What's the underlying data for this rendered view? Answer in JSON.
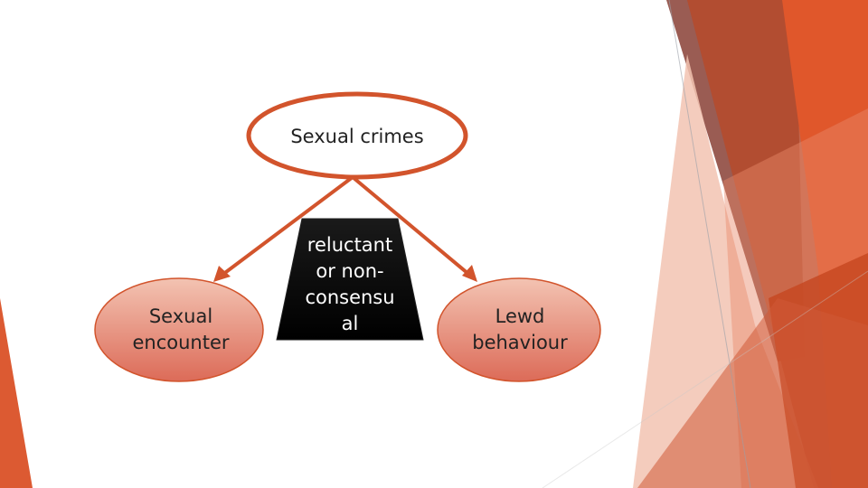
{
  "diagram": {
    "root": {
      "label": "Sexual crimes"
    },
    "left": {
      "label": "Sexual\nencounter"
    },
    "right": {
      "label": "Lewd\nbehaviour"
    },
    "middle": {
      "label": "reluctant\nor non-\nconsensu\nal"
    }
  },
  "colors": {
    "accent": "#d2542c",
    "node_fill_top": "#f0b8a6",
    "node_fill_bottom": "#dd7260",
    "middle_fill": "#000000",
    "decor_dark": "#9a5a50",
    "decor_orange": "#e0552a",
    "decor_light": "#f2c0b0"
  }
}
